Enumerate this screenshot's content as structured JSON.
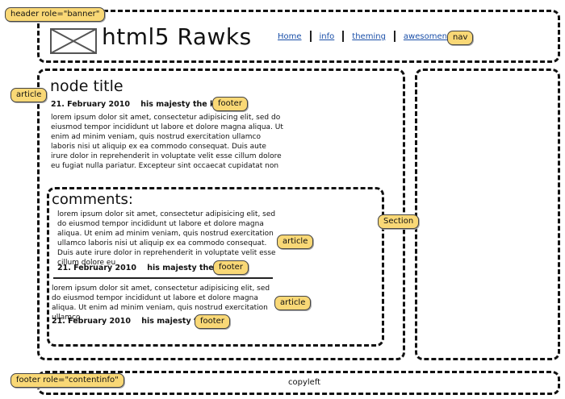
{
  "header": {
    "role_tag": "header role=\"banner\"",
    "site_title": "html5 Rawks",
    "nav_tag": "nav",
    "nav_items": [
      "Home",
      "info",
      "theming",
      "awesomeness"
    ]
  },
  "article": {
    "tag": "article",
    "title": "node title",
    "date": "21. February 2010",
    "author": "his majesty the king",
    "footer_tag": "footer",
    "body": "lorem ipsum dolor sit amet, consectetur adipisicing elit, sed do eiusmod tempor incididunt ut labore et dolore magna aliqua. Ut enim ad minim veniam, quis nostrud exercitation ullamco laboris nisi ut aliquip ex ea commodo consequat. Duis aute irure dolor in reprehenderit in voluptate velit esse cillum dolore eu fugiat nulla pariatur. Excepteur sint occaecat cupidatat non"
  },
  "section": {
    "tag": "Section",
    "title": "comments:",
    "comments": [
      {
        "tag": "article",
        "body": "lorem ipsum dolor sit amet, consectetur adipisicing elit, sed do eiusmod tempor incididunt ut labore et dolore magna aliqua. Ut enim ad minim veniam, quis nostrud exercitation ullamco laboris nisi ut aliquip ex ea commodo consequat. Duis aute irure dolor in reprehenderit in voluptate velit esse cillum dolore eu",
        "date": "21. February 2010",
        "author": "his majesty the king",
        "footer_tag": "footer"
      },
      {
        "tag": "article",
        "body": "lorem ipsum dolor sit amet, consectetur adipisicing elit, sed do eiusmod tempor incididunt ut labore et dolore magna aliqua. Ut enim ad minim veniam, quis nostrud exercitation ullamco",
        "date": "21. February 2010",
        "author": "his majesty the ki",
        "footer_tag": "footer"
      }
    ]
  },
  "footer": {
    "role_tag": "footer role=\"contentinfo\"",
    "text": "copyleft"
  }
}
